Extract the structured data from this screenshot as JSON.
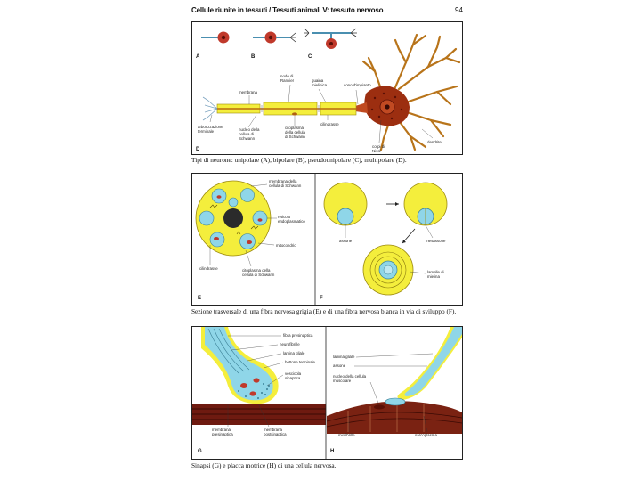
{
  "header": {
    "title": "Cellule riunite in tessuti / Tessuti animali V: tessuto nervoso",
    "page_number": "94"
  },
  "panel1": {
    "letters": [
      "A",
      "B",
      "C",
      "D"
    ],
    "labels": {
      "membrana": "membrana",
      "nodo": "nodo di Ranvier",
      "guaina": "guaina mielinica",
      "cono": "cono d'impianto",
      "arborizzazione": "arborizzazione terminale",
      "nucleo_schwann": "nucleo della cellula di Schwann",
      "citoplasma": "citoplasma della cellula di Schwann",
      "cilindrasse": "cilindrasse",
      "corpi": "corpi di Nissl",
      "dendrite": "dendrite"
    },
    "caption": "Tipi di neurone: unipolare (A), bipolare (B), pseudounipolare (C), multipolare (D)."
  },
  "panel2": {
    "letters": [
      "E",
      "F"
    ],
    "labels": {
      "membrana_schwann": "membrana della cellula di Schwann",
      "reticolo": "reticolo endoplasmatico",
      "mitocondrio": "mitocondrio",
      "cilindrasse": "cilindrasse",
      "citoplasma": "citoplasma della cellula di Schwann",
      "assone": "assone",
      "mesassone": "mesassone",
      "lamelle": "lamelle di mielina"
    },
    "caption": "Sezione trasversale di una fibra nervosa grigia (E) e di una fibra nervosa bianca in via di sviluppo (F)."
  },
  "panel3": {
    "letters": [
      "G",
      "H"
    ],
    "labels": {
      "fibra": "fibra presinaptica",
      "neurofibrille": "neurofibrille",
      "lamina_g": "lamina gliale",
      "bottone": "bottone terminale",
      "vescicola": "vescicola sinaptica",
      "membrana_pre": "membrana presinaptica",
      "membrana_post": "membrana postsinaptica",
      "lamina_h": "lamina gliale",
      "assone": "assone",
      "nucleo_muscolare": "nucleo della cellula muscolare",
      "miofibrille": "miofibrille",
      "sarcoplasma": "sarcoplasma"
    },
    "caption": "Sinapsi (G) e placca motrice (H) di una cellula nervosa."
  },
  "colors": {
    "yellow": "#f4ee3c",
    "cyan": "#8fd6e8",
    "red": "#c0392b",
    "dark_red": "#6e1a10",
    "brown": "#8b2d12",
    "neuron_body": "#9c2e10"
  }
}
